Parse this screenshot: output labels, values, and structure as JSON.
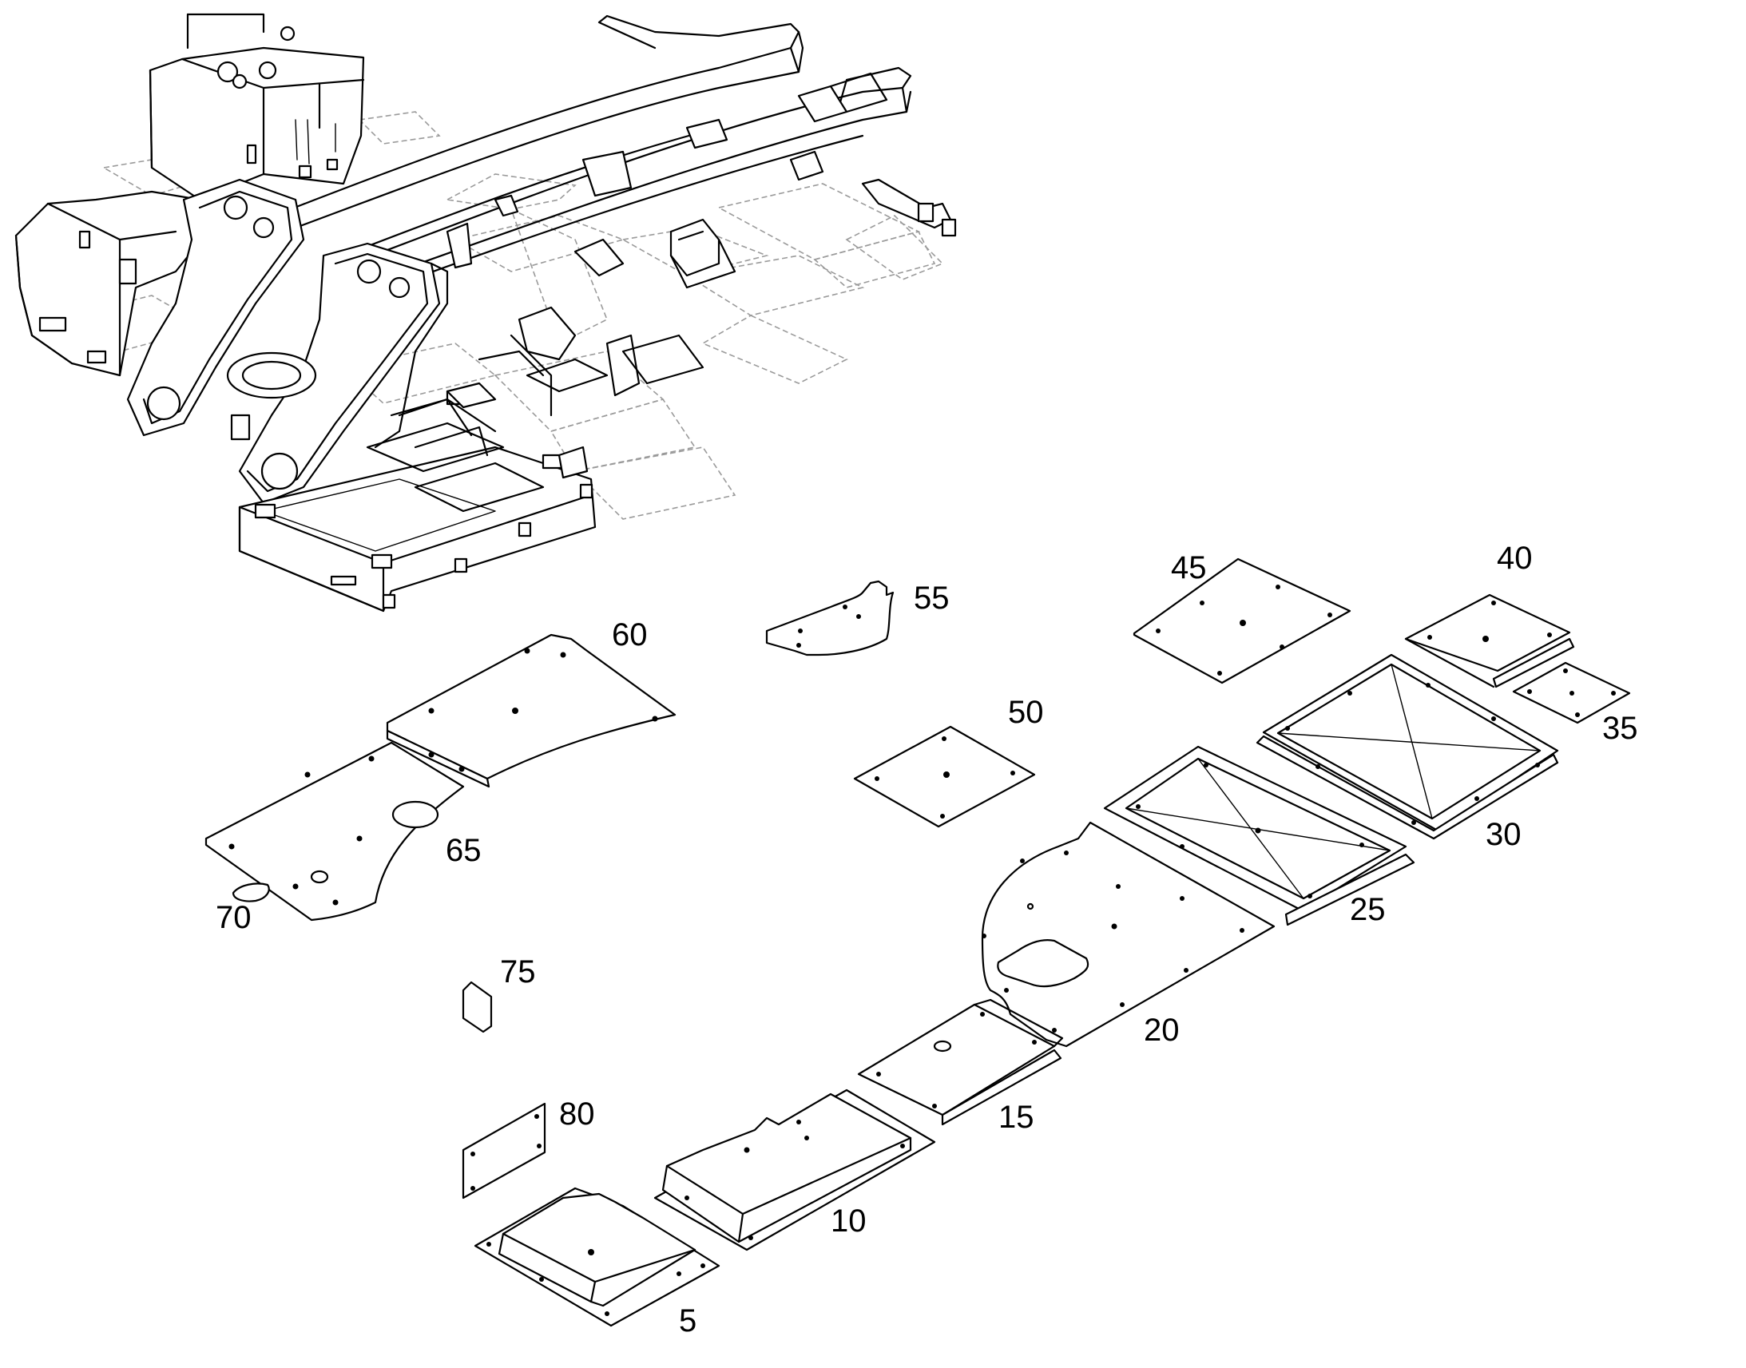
{
  "diagram": {
    "type": "exploded-parts-view",
    "callouts": {
      "p5": "5",
      "p10": "10",
      "p15": "15",
      "p20": "20",
      "p25": "25",
      "p30": "30",
      "p35": "35",
      "p40": "40",
      "p45": "45",
      "p50": "50",
      "p55": "55",
      "p60": "60",
      "p65": "65",
      "p70": "70",
      "p75": "75",
      "p80": "80"
    }
  }
}
